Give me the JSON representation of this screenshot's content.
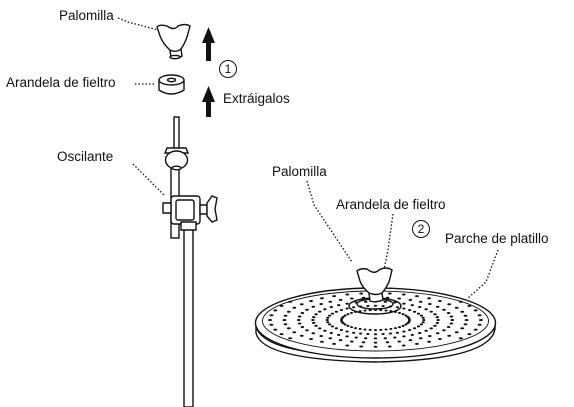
{
  "labels": {
    "wing_nut_top": "Palomilla",
    "felt_washer_top": "Arandela de fieltro",
    "step1": "1",
    "remove_text": "Extráigalos",
    "tilter": "Oscilante",
    "wing_nut_bottom": "Palomilla",
    "felt_washer_bottom": "Arandela de fieltro",
    "step2": "2",
    "cymbal_pad": "Parche de platillo"
  },
  "colors": {
    "line": "#111111",
    "background": "#ffffff"
  },
  "icons": [
    "arrow-up-icon",
    "wing-nut-icon",
    "felt-washer-icon",
    "tilter-icon",
    "cymbal-pad-icon",
    "stand-pole-icon"
  ]
}
